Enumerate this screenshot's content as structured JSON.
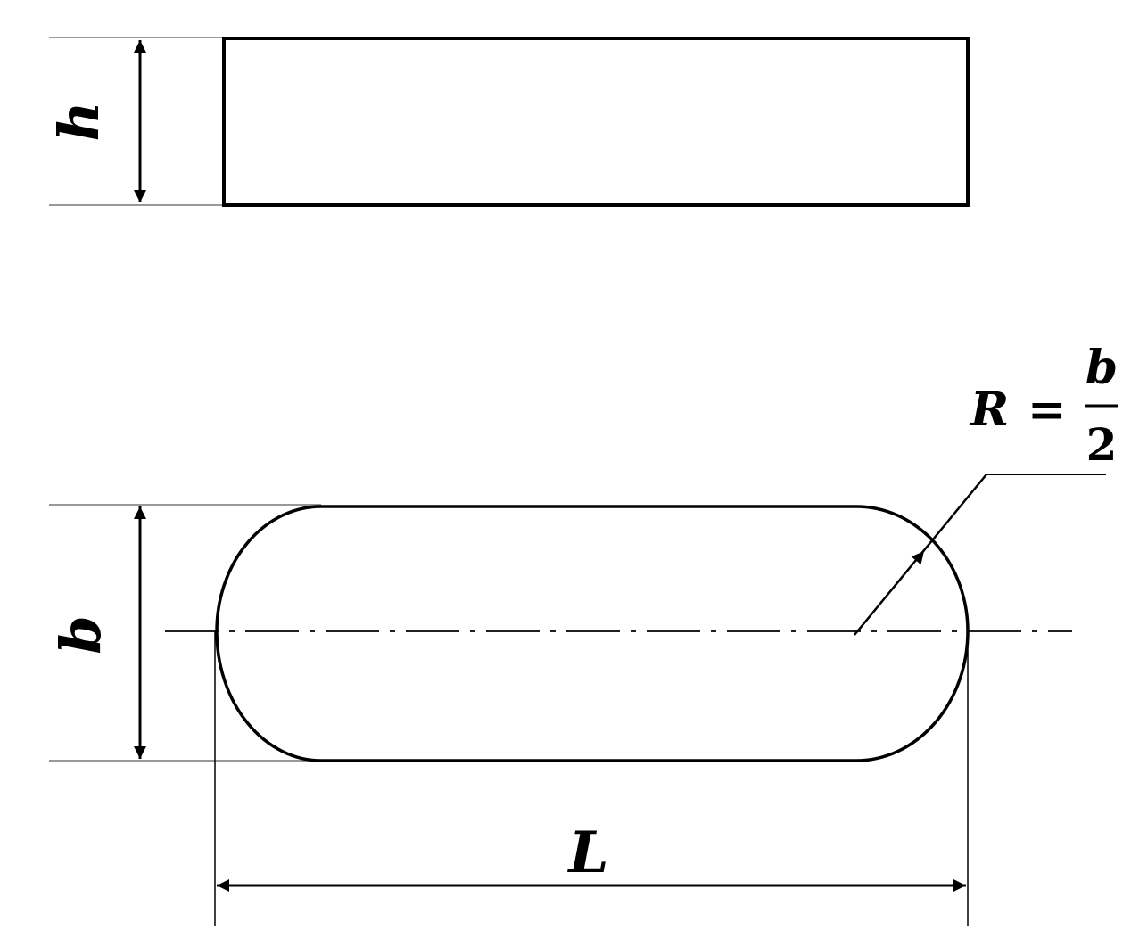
{
  "labels": {
    "height": "h",
    "width": "b",
    "length": "L",
    "radius_symbol": "R",
    "equals": "=",
    "radius_numerator": "b",
    "radius_denominator": "2"
  },
  "colors": {
    "outline": "#000000",
    "extension_line": "#555555",
    "background": "#ffffff"
  }
}
